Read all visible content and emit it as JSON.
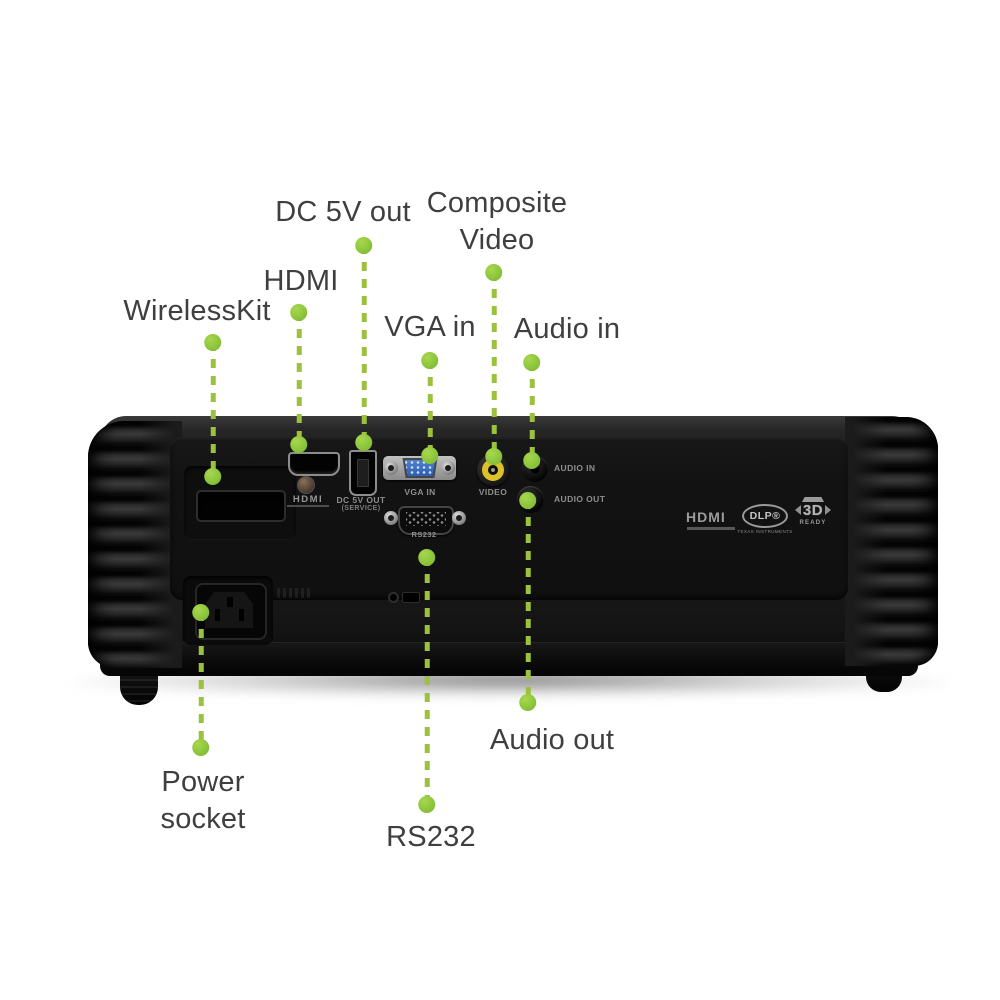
{
  "image_type": "annotated-product-diagram",
  "subject": "projector rear connection panel",
  "colors": {
    "accent_green": "#8cc63c",
    "leader_dash_green": "#9cc13f",
    "label_text": "#3f3f3f",
    "body_black": "#1a1a1a",
    "panel_text_gray": "#8e8e8e",
    "vga_blue": "#3f73c4",
    "video_rca_yellow": "#dcc128",
    "background": "#ffffff"
  },
  "callouts": {
    "wirelesskit": {
      "label": "WirelessKit"
    },
    "hdmi": {
      "label": "HDMI"
    },
    "dc5v": {
      "label": "DC 5V out"
    },
    "composite": {
      "line1": "Composite",
      "line2": "Video"
    },
    "vga": {
      "label": "VGA in"
    },
    "audio_in": {
      "label": "Audio in"
    },
    "audio_out": {
      "label": "Audio out"
    },
    "rs232": {
      "label": "RS232"
    },
    "power": {
      "line1": "Power",
      "line2": "socket"
    }
  },
  "rear_panel": {
    "hdmi_wordmark": "HDMI",
    "dc_line1": "DC 5V OUT",
    "dc_line2": "(SERVICE)",
    "vga_in": "VGA IN",
    "video": "VIDEO",
    "audio_in": "AUDIO IN",
    "audio_out": "AUDIO OUT",
    "rs232": "RS232"
  },
  "badges": {
    "hdmi": "HDMI",
    "dlp": "DLP®",
    "dlp_sub": "TEXAS INSTRUMENTS",
    "ready_3d": "3D",
    "ready_sub": "READY"
  }
}
